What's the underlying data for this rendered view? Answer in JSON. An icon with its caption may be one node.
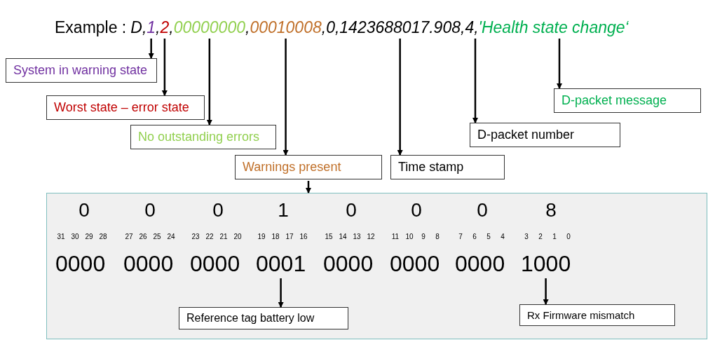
{
  "diagram": {
    "nodes": [
      {
        "text": [
          "1"
        ]
      },
      {
        "text": [
          "2"
        ]
      },
      {
        "text": [
          "00000000"
        ]
      },
      {
        "text": [
          "00010008"
        ]
      },
      {
        "text": [
          "1423688017.908"
        ]
      },
      {
        "text": [
          "4"
        ]
      },
      {
        "text": [
          "'Health state change‘"
        ]
      },
      {
        "text": [
          "System in warning state"
        ]
      },
      {
        "text": [
          "Worst state – error state"
        ]
      },
      {
        "text": [
          "No outstanding errors"
        ]
      },
      {
        "text": [
          "Warnings present"
        ]
      },
      {
        "text": [
          "Time stamp"
        ]
      },
      {
        "text": [
          "D-packet number"
        ]
      },
      {
        "text": [
          "D-packet message"
        ]
      },
      {
        "text": [],
        "shape": "box"
      },
      {
        "text": [
          "0001"
        ],
        "in": 14
      },
      {
        "text": [
          "1000"
        ],
        "in": 14
      },
      {
        "text": [
          "Reference tag battery low"
        ],
        "in": 14
      },
      {
        "text": [
          "Rx Firmware mismatch"
        ],
        "in": 14
      }
    ],
    "edges": [
      {
        "from": 0,
        "to": 7,
        "arrow": "to"
      },
      {
        "from": 1,
        "to": 8,
        "arrow": "to"
      },
      {
        "from": 2,
        "to": 9,
        "arrow": "to"
      },
      {
        "from": 3,
        "to": 10,
        "arrow": "to"
      },
      {
        "from": 4,
        "to": 11,
        "arrow": "to"
      },
      {
        "from": 5,
        "to": 12,
        "arrow": "to"
      },
      {
        "from": 6,
        "to": 13,
        "arrow": "to"
      },
      {
        "from": 10,
        "to": 14,
        "arrow": "to"
      },
      {
        "from": 15,
        "to": 17,
        "arrow": "to"
      },
      {
        "from": 16,
        "to": 18,
        "arrow": "to"
      }
    ],
    "labels": [
      "Example :",
      "D",
      ",",
      ",",
      ",",
      ",",
      ",",
      "0",
      ",",
      ",",
      ",",
      "0",
      "0",
      "0",
      "1",
      "0",
      "0",
      "0",
      "8",
      "31",
      "30",
      "29",
      "28",
      "27",
      "26",
      "25",
      "24",
      "23",
      "22",
      "21",
      "20",
      "19",
      "18",
      "17",
      "16",
      "15",
      "14",
      "13",
      "12",
      "11",
      "10",
      "9",
      "8",
      "7",
      "6",
      "5",
      "4",
      "3",
      "2",
      "1",
      "0",
      "0000",
      "0000",
      "0000",
      "0000",
      "0000",
      "0000"
    ]
  }
}
